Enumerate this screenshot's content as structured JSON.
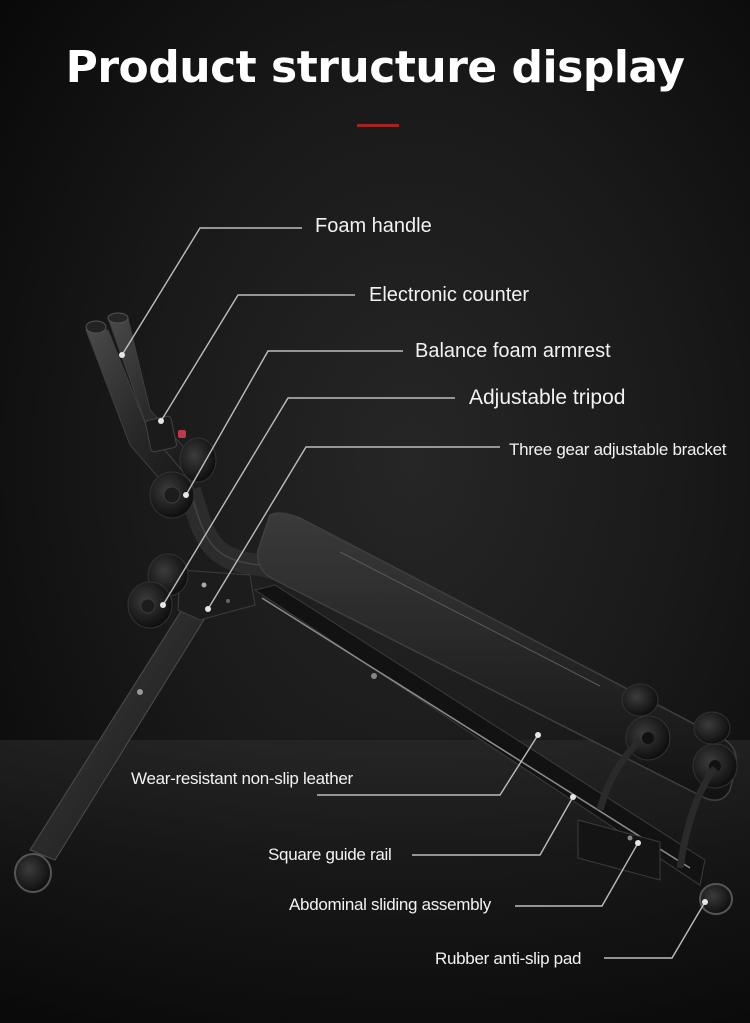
{
  "header": {
    "title": "Product structure display",
    "accent_color": "#a3251f"
  },
  "labels": [
    {
      "id": "foam-handle",
      "text": "Foam handle"
    },
    {
      "id": "electronic-counter",
      "text": "Electronic counter"
    },
    {
      "id": "balance-foam-armrest",
      "text": "Balance foam armrest"
    },
    {
      "id": "adjustable-tripod",
      "text": "Adjustable tripod"
    },
    {
      "id": "three-gear-bracket",
      "text": "Three gear adjustable bracket"
    },
    {
      "id": "leather",
      "text": "Wear-resistant non-slip leather"
    },
    {
      "id": "guide-rail",
      "text": "Square guide rail"
    },
    {
      "id": "sliding-assembly",
      "text": "Abdominal sliding assembly"
    },
    {
      "id": "anti-slip-pad",
      "text": "Rubber anti-slip pad"
    }
  ],
  "colors": {
    "background": "#141414",
    "label_text": "#f2f2f2",
    "leader_line": "#bdbdbd"
  }
}
